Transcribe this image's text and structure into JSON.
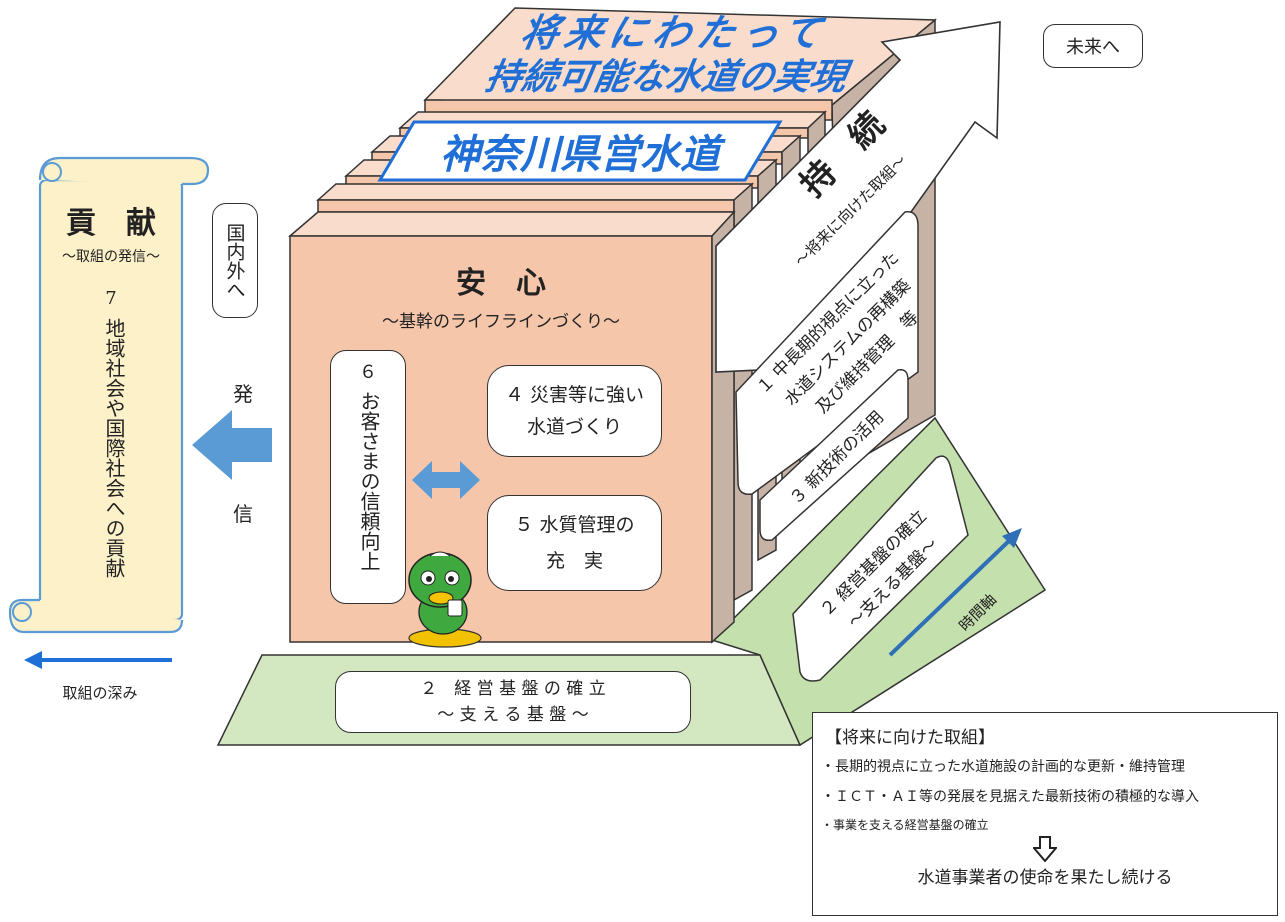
{
  "top_title": {
    "line1": "将来にわたって",
    "line2": "持続可能な水道の実現"
  },
  "mirai": "未来へ",
  "banner": "神奈川県営水道",
  "kouken": {
    "title": "貢　献",
    "sub": "〜取組の発信〜",
    "num": "7",
    "text": "地域社会や国際社会への貢献"
  },
  "kokunai": "国内外へ",
  "hasshin": {
    "top": "発",
    "bottom": "信"
  },
  "torikumi_fukami": "取組の深み",
  "anshin": {
    "title": "安　心",
    "sub": "〜基幹のライフラインづくり〜"
  },
  "item6": {
    "num": "６",
    "text": "お客さまの信頼向上"
  },
  "item4": {
    "line1": "４ 災害等に強い",
    "line2": "水道づくり"
  },
  "item5": {
    "line1": "５ 水質管理の",
    "line2": "充　実"
  },
  "jizoku": {
    "title": "持　続",
    "sub": "〜将来に向けた取組〜"
  },
  "item1": {
    "line1": "１ 中長期的視点に立った",
    "line2": "水道システムの再構築",
    "line3": "及び維持管理　等"
  },
  "item3": "３ 新技術の活用",
  "item2_side": {
    "line1": "２ 経営基盤の確立",
    "line2": "〜支える基盤〜"
  },
  "item2_front": {
    "line1": "２　経 営 基 盤 の 確 立",
    "line2": "〜 支 え る 基 盤 〜"
  },
  "jikanjiku": "時間軸",
  "future_box": {
    "heading": "【将来に向けた取組】",
    "bullets": [
      "・長期的視点に立った水道施設の計画的な更新・維持管理",
      "・ＩＣＴ・ＡＩ等の発展を見据えた最新技術の積極的な導入",
      "・事業を支える経営基盤の確立"
    ],
    "conclusion": "水道事業者の使命を果たし続ける"
  },
  "colors": {
    "salmon": "#f5c6aa",
    "salmon_light": "#f9dccb",
    "side": "#c7b3a6",
    "green": "#d3e8c0",
    "green_side": "#b9d8a2",
    "scroll": "#fdf1c9",
    "blue_arrow": "#5b9bd5",
    "banner_text": "#1f6fd6"
  }
}
